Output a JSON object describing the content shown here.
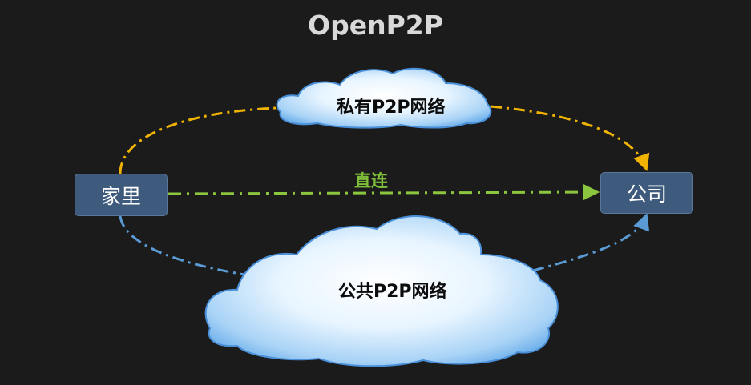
{
  "title": "OpenP2P",
  "nodes": {
    "home": "家里",
    "office": "公司"
  },
  "clouds": {
    "private": "私有P2P网络",
    "public": "公共P2P网络"
  },
  "links": {
    "direct": "直连"
  },
  "colors": {
    "background": "#1b1b1b",
    "private_path": "#f0b400",
    "direct_path": "#8cc63f",
    "public_path": "#5b9bd5",
    "node_fill": "#3e5b7d",
    "cloud_fill": "#bfe0fa"
  }
}
